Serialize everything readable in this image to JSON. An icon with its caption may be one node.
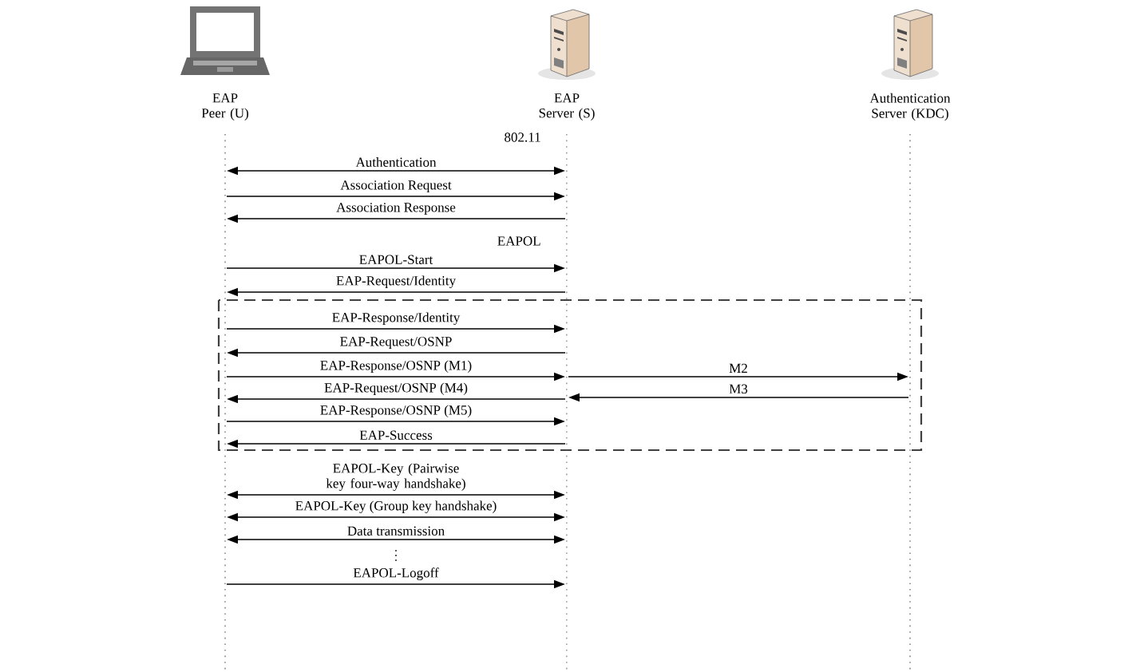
{
  "diagram": {
    "nodes": [
      {
        "text": [
          "EAP Peer (U)"
        ]
      },
      {
        "text": [
          "EAP Server (S)"
        ]
      },
      {
        "text": [
          "Authentication Server (KDC)"
        ]
      }
    ],
    "edges": [
      {
        "from": 0,
        "to": 1,
        "arrow": "both",
        "label": "Authentication"
      },
      {
        "from": 0,
        "to": 1,
        "arrow": "to",
        "label": "Association Request"
      },
      {
        "from": 1,
        "to": 0,
        "arrow": "to",
        "label": "Association Response"
      },
      {
        "from": 0,
        "to": 1,
        "arrow": "to",
        "label": "EAPOL-Start"
      },
      {
        "from": 1,
        "to": 0,
        "arrow": "to",
        "label": "EAP-Request/Identity"
      },
      {
        "from": 0,
        "to": 1,
        "arrow": "to",
        "label": "EAP-Response/Identity"
      },
      {
        "from": 1,
        "to": 0,
        "arrow": "to",
        "label": "EAP-Request/OSNP"
      },
      {
        "from": 0,
        "to": 1,
        "arrow": "to",
        "label": "EAP-Response/OSNP (M1)"
      },
      {
        "from": 1,
        "to": 2,
        "arrow": "to",
        "label": "M2"
      },
      {
        "from": 1,
        "to": 0,
        "arrow": "to",
        "label": "EAP-Request/OSNP (M4)"
      },
      {
        "from": 2,
        "to": 1,
        "arrow": "to",
        "label": "M3"
      },
      {
        "from": 0,
        "to": 1,
        "arrow": "to",
        "label": "EAP-Response/OSNP (M5)"
      },
      {
        "from": 1,
        "to": 0,
        "arrow": "to",
        "label": "EAP-Success"
      },
      {
        "from": 0,
        "to": 1,
        "arrow": "both",
        "label": "EAPOL-Key (Pairwise key four-way handshake)"
      },
      {
        "from": 0,
        "to": 1,
        "arrow": "both",
        "label": "EAPOL-Key (Group key handshake)"
      },
      {
        "from": 0,
        "to": 1,
        "arrow": "both",
        "label": "Data transmission"
      },
      {
        "from": 0,
        "to": 1,
        "arrow": "to",
        "label": "EAPOL-Logoff"
      }
    ],
    "labels": [
      "802.11",
      "EAPOL"
    ]
  }
}
